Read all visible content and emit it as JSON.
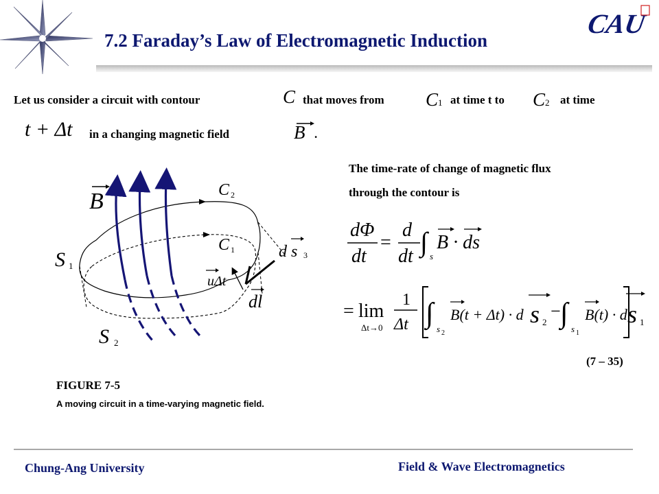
{
  "title": "7.2 Faraday’s Law of Electromagnetic Induction",
  "logo_text": "CAU",
  "intro": {
    "part1": "Let us consider a circuit with contour",
    "part2": "that moves from",
    "part3": "at time t to",
    "part4": "at time",
    "part5": "in a changing magnetic field",
    "part6": "."
  },
  "symbols": {
    "C": "C",
    "C1": "C",
    "C1_sub": "1",
    "C2": "C",
    "C2_sub": "2",
    "t_dt": "t + Δt",
    "B": "B"
  },
  "right_text": {
    "line1": "The time-rate of change of magnetic flux",
    "line2": "through the contour is"
  },
  "equation": {
    "lhs_num": "dΦ",
    "lhs_den": "dt",
    "d": "d",
    "dt": "dt",
    "int_sub": "s",
    "integrand": "B · ds",
    "eq2_prefix": "=",
    "lim": "lim",
    "lim_sub": "Δt→0",
    "one": "1",
    "delta_t": "Δt",
    "term1": "B(t + Δt) · d",
    "term2": "B(t) · d",
    "s": "s",
    "s_sub2": "2",
    "s_sub1": "1",
    "number": "(7 – 35)"
  },
  "figure": {
    "number": "FIGURE 7-5",
    "caption": "A moving circuit in a time-varying magnetic field.",
    "labels": {
      "B": "B",
      "C2": "C",
      "C2_sub": "2",
      "C1": "C",
      "C1_sub": "1",
      "S1": "S",
      "S1_sub": "1",
      "S2": "S",
      "S2_sub": "2",
      "ds3": "d s",
      "ds3_sub": "3",
      "udt": "uΔt",
      "dl": "dl"
    }
  },
  "footer": {
    "left": "Chung-Ang University",
    "right": "Field & Wave Electromagnetics"
  }
}
